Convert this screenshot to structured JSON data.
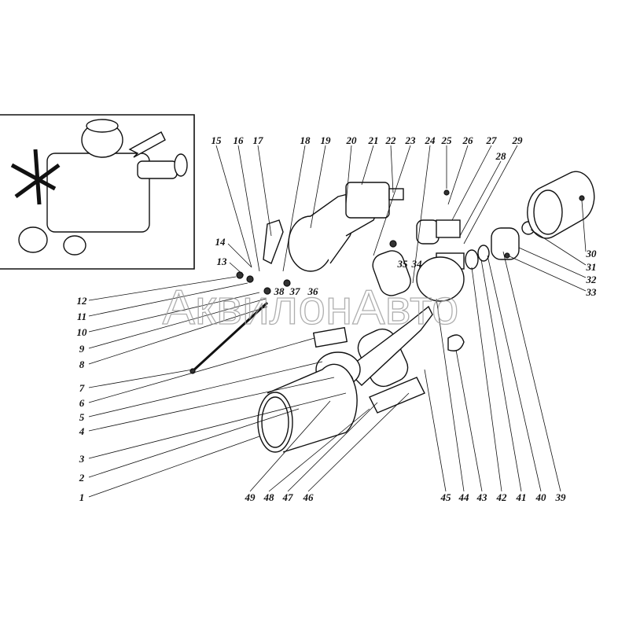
{
  "diagram": {
    "watermark": "АквилонАвто",
    "labels": [
      "1",
      "2",
      "3",
      "4",
      "5",
      "6",
      "7",
      "8",
      "9",
      "10",
      "11",
      "12",
      "13",
      "14",
      "15",
      "16",
      "17",
      "18",
      "19",
      "20",
      "21",
      "22",
      "23",
      "24",
      "25",
      "26",
      "27",
      "28",
      "29",
      "30",
      "31",
      "32",
      "33",
      "34",
      "35",
      "36",
      "37",
      "38",
      "39",
      "40",
      "41",
      "42",
      "43",
      "44",
      "45",
      "46",
      "47",
      "48",
      "49"
    ],
    "colors": {
      "ink": "#111111",
      "background": "#ffffff",
      "watermark": "#9a9a9a"
    }
  }
}
